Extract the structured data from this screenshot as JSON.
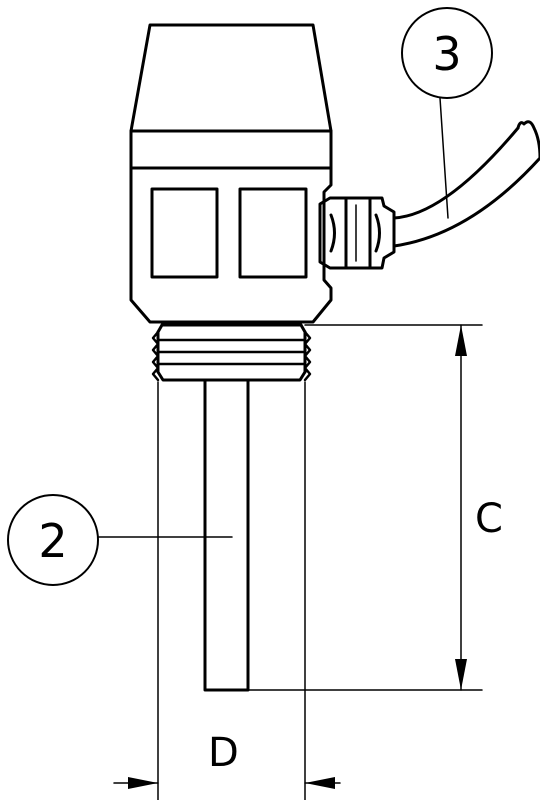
{
  "callouts": {
    "sensor_rod": "2",
    "cable": "3"
  },
  "dimensions": {
    "length": "C",
    "diameter": "D"
  },
  "colors": {
    "line": "#000000",
    "background": "#ffffff"
  }
}
